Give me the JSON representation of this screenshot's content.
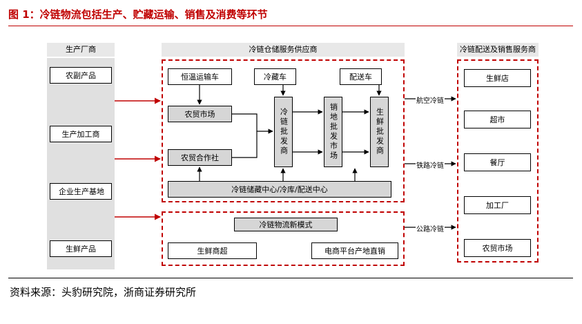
{
  "title": "图 1：冷链物流包括生产、贮藏运输、销售及消费等环节",
  "source": "资料来源：头豹研究院，浙商证券研究所",
  "colors": {
    "accent_red": "#c00000",
    "gray_fill": "#d6d6d6",
    "column_gray": "#e0e0e0"
  },
  "producers": {
    "header": "生产厂商",
    "items": [
      "农副产品",
      "生产加工商",
      "企业生产基地",
      "生鲜产品"
    ]
  },
  "provider": {
    "header": "冷链仓储服务供应商",
    "transport": [
      "恒温运输车",
      "冷藏车",
      "配送车"
    ],
    "markets": [
      "农贸市场",
      "农贸合作社"
    ],
    "wholesale": [
      "冷链批发商",
      "销地批发市场",
      "生鲜批发商"
    ],
    "storage_center": "冷链储藏中心/冷库/配送中心",
    "new_model": "冷链物流新模式",
    "new_model_items": [
      "生鲜商超",
      "电商平台产地直销"
    ]
  },
  "delivery": {
    "header": "冷链配送及销售服务商",
    "items": [
      "生鲜店",
      "超市",
      "餐厅",
      "加工厂",
      "农贸市场"
    ]
  },
  "links": [
    "航空冷链",
    "铁路冷链",
    "公路冷链"
  ]
}
